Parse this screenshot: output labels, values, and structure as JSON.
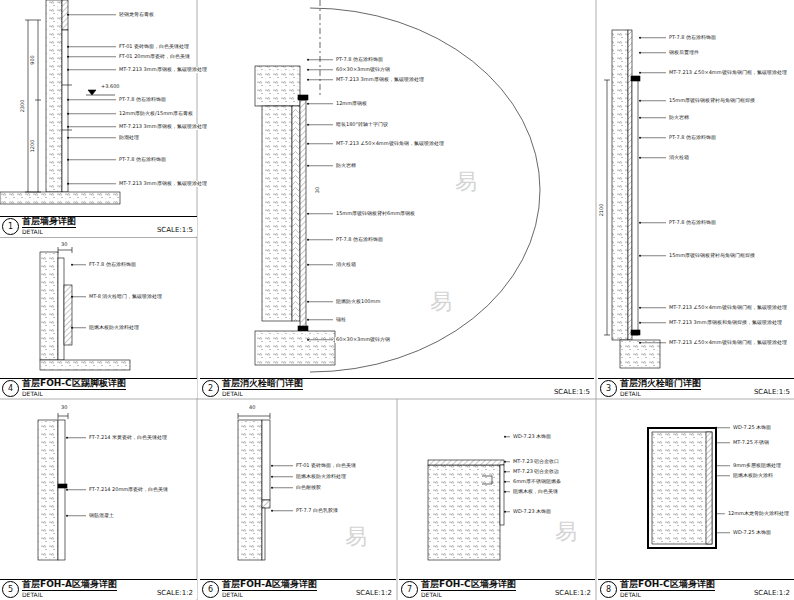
{
  "diagram": {
    "nodes": [
      {
        "text": [
          "首层墙身详图",
          "DETAIL",
          "SCALE:1:5"
        ]
      },
      {
        "text": [
          "1"
        ],
        "in": 0
      },
      {
        "text": [
          "首层消火栓暗门详图",
          "DETAIL",
          "SCALE:1:5"
        ]
      },
      {
        "text": [
          "2"
        ],
        "in": 2
      },
      {
        "text": [
          "首层消火栓暗门详图",
          "DETAIL",
          "SCALE:1:5"
        ]
      },
      {
        "text": [
          "3"
        ],
        "in": 4
      },
      {
        "text": [
          "首层FOH-C区踢脚板详图",
          "DETAIL"
        ]
      },
      {
        "text": [
          "4"
        ],
        "in": 6
      },
      {
        "text": [
          "首层FOH-A区墙身详图",
          "DETAIL",
          "SCALE:1:2"
        ]
      },
      {
        "text": [
          "5"
        ],
        "in": 8
      },
      {
        "text": [
          "首层FOH-A区墙身详图",
          "DETAIL",
          "SCALE:1:2"
        ]
      },
      {
        "text": [
          "6"
        ],
        "in": 10
      },
      {
        "text": [
          "首层FOH-C区墙身详图",
          "DETAIL",
          "SCALE:1:2"
        ]
      },
      {
        "text": [
          "7"
        ],
        "in": 12
      },
      {
        "text": [
          "首层FOH-C区墙身详图",
          "DETAIL",
          "SCALE:1:2"
        ]
      },
      {
        "text": [
          "8"
        ],
        "in": 14
      }
    ],
    "labels": [
      "轻钢龙骨石膏板",
      "FT-01 瓷砖饰面，白色美缝处理",
      "FT-01 20mm厚瓷砖，白色美缝",
      "MT-7.213 3mm厚钢板，氟碳喷涂处理",
      "+3.600",
      "PT-7.8 仿石涂料饰面",
      "12mm厚防火板/15mm厚石膏板",
      "MT-7.213 3mm厚钢板，氟碳喷涂处理",
      "防潮处理",
      "PT-7.8 仿石涂料饰面",
      "MT-7.213 3mm厚钢板，氟碳喷涂处理",
      "2300",
      "900",
      "1200",
      "30",
      "FT-7.8 仿石涂料饰面",
      "MT-8 消火栓暗门，氟碳喷涂处理",
      "阻燃木板防火涂料处理",
      "PT-7.8 仿石涂料饰面",
      "60×30×3mm镀锌方钢",
      "MT-7.213 3mm厚钢板，氟碳喷涂处理",
      "12mm厚钢板",
      "暗装180°转轴十字门铰",
      "MT-7.213 ∠50×4mm镀锌角钢，氟碳喷涂处理",
      "防火岩棉",
      "15mm厚镀锌钢板背衬6mm厚钢板",
      "PT-7.8 仿石涂料饰面",
      "消火栓箱",
      "阻燃防火板100mm",
      "锚栓",
      "60×30×3mm镀锌方钢",
      "30",
      "PT-7.8 仿石涂料饰面",
      "钢板后置埋件",
      "MT-7.213 ∠50×4mm镀锌角钢门框，氟碳喷涂处理",
      "15mm厚镀锌钢板背衬与角钢门框焊接",
      "防火岩棉",
      "PT-7.8 仿石涂料饰面",
      "消火栓箱",
      "PT-7.8 仿石涂料饰面",
      "15mm厚镀锌钢板背衬与角钢门框焊接",
      "MT-7.213 ∠50×4mm镀锌角钢门框，氟碳喷涂处理",
      "MT-7.213 3mm厚钢板和角钢焊接，氟碳喷涂处理",
      "MT-7.213 ∠50×4mm镀锌角钢门框，氟碳喷涂处理",
      "2100",
      "30",
      "FT-7.214 米黄瓷砖，白色美缝处理",
      "FT-7.214 20mm厚瓷砖，白色美缝",
      "钢筋混凝土",
      "40",
      "FT-01 瓷砖饰面，白色美缝",
      "阻燃木板防火涂料处理",
      "白色耐候胶",
      "PT-7.7 白色乳胶漆",
      "WD-7.23 木饰面",
      "MT-7.23 铝合金收口",
      "MT-7.23 铝合金收边",
      "6mm厚不锈钢阻燃条",
      "阻燃木板，白色美缝",
      "WD-7.23 木饰面",
      "WD-7.25 木饰面",
      "MT-7.25 不锈钢",
      "9mm多层板阻燃处理",
      "阻燃木板防火涂料",
      "12mm木龙骨防火涂料处理",
      "WD-7.25 木饰面",
      "易",
      "易",
      "易",
      "易"
    ]
  }
}
